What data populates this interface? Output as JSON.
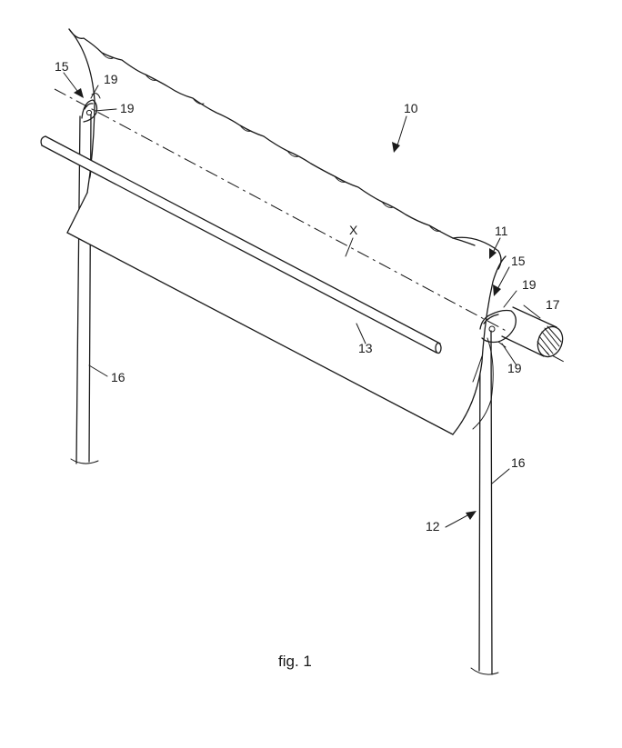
{
  "figure": {
    "caption": "fig. 1",
    "labels": {
      "assembly": "10",
      "reflector": "11",
      "support": "12",
      "receiver_tube": "13",
      "bearing_left": "15",
      "bearing_right": "15",
      "post_left": "16",
      "post_right": "16",
      "drive_shaft": "17",
      "pivot_left_upper": "19",
      "pivot_left_lower": "19",
      "pivot_right_upper": "19",
      "pivot_right_lower": "19",
      "axis": "X"
    }
  }
}
